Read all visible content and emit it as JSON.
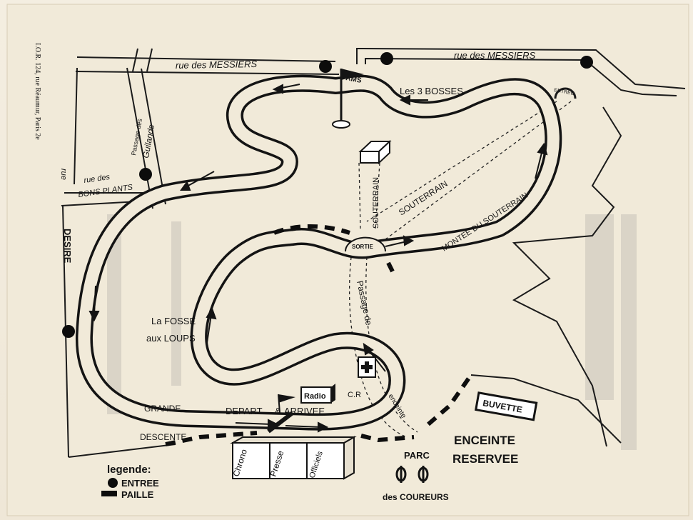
{
  "sidebar_imprint": "I.O.R. 124, rue Réaumur, Paris 2e",
  "streets": {
    "messiers_left": "rue des MESSIERS",
    "messiers_right": "rue des MESSIERS",
    "guilands_1": "Passage des",
    "guilands_2": "Guilands",
    "bons_plants_1": "rue des",
    "bons_plants_2": "BONS PLANTS",
    "rue": "rue",
    "desire": "DESIRE"
  },
  "places": {
    "ams": "AMS",
    "trois_bosses": "Les 3 BOSSES",
    "entree": "ENTREE",
    "souterrain_vertical": "SOUTERRAIN",
    "souterrain_diag": "SOUTERRAIN",
    "montee": "MONTEE DU SOUTERRAIN",
    "sortie": "SORTIE",
    "passage_de": "Passage de",
    "enceinte_small": "enceinte",
    "fosse_1": "La FOSSE",
    "fosse_2": "aux LOUPS",
    "radio": "Radio",
    "cr": "C.R",
    "depart": "DEPART",
    "arrivee": "ARRIVEE",
    "grande": "GRANDE",
    "descente": "DESCENTE",
    "buvette": "BUVETTE",
    "enceinte_1": "ENCEINTE",
    "enceinte_2": "RESERVEE",
    "parc": "PARC",
    "coureurs": "des COUREURS"
  },
  "stands": [
    "Chrono",
    "Presse",
    "Officiels"
  ],
  "legend": {
    "title": "legende:",
    "entree": "ENTREE",
    "paille": "PAILLE"
  }
}
